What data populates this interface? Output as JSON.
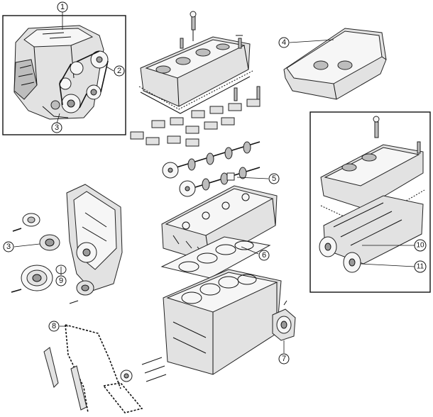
{
  "callouts": [
    {
      "id": "1",
      "label": "1"
    },
    {
      "id": "2",
      "label": "2"
    },
    {
      "id": "3a",
      "label": "3"
    },
    {
      "id": "3b",
      "label": "3"
    },
    {
      "id": "4",
      "label": "4"
    },
    {
      "id": "5",
      "label": "5"
    },
    {
      "id": "6",
      "label": "6"
    },
    {
      "id": "7",
      "label": "7"
    },
    {
      "id": "8",
      "label": "8"
    },
    {
      "id": "9",
      "label": "9"
    },
    {
      "id": "10",
      "label": "10"
    },
    {
      "id": "11",
      "label": "11"
    }
  ]
}
